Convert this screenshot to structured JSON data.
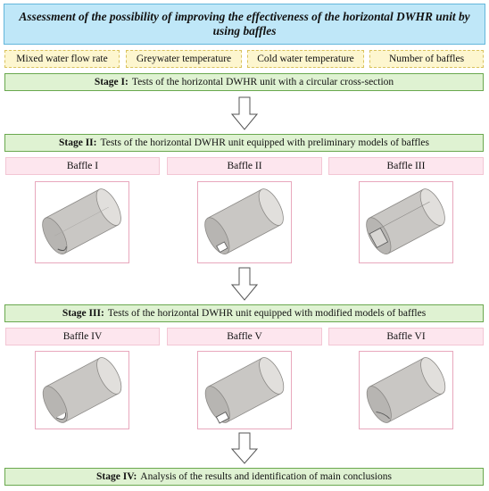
{
  "title": "Assessment of the possibility of improving the effectiveness of the horizontal DWHR unit by using baffles",
  "parameters": [
    "Mixed water flow rate",
    "Greywater temperature",
    "Cold water temperature",
    "Number of baffles"
  ],
  "stages": [
    {
      "label": "Stage I:",
      "text": "Tests of the horizontal DWHR unit with a circular cross-section"
    },
    {
      "label": "Stage II:",
      "text": "Tests of the horizontal DWHR unit equipped with preliminary models of baffles"
    },
    {
      "label": "Stage III:",
      "text": "Tests of the horizontal DWHR unit equipped with modified models of baffles"
    },
    {
      "label": "Stage IV:",
      "text": "Analysis of the results and identification of main conclusions"
    }
  ],
  "baffles": [
    "Baffle I",
    "Baffle II",
    "Baffle III",
    "Baffle IV",
    "Baffle V",
    "Baffle VI"
  ],
  "colors": {
    "title_bg": "#bfe7f8",
    "parameter_bg": "#fdf6cf",
    "stage_bg": "#dff2d2",
    "baffle_bg": "#fde6ee",
    "model_gray": "#c9c7c4"
  }
}
